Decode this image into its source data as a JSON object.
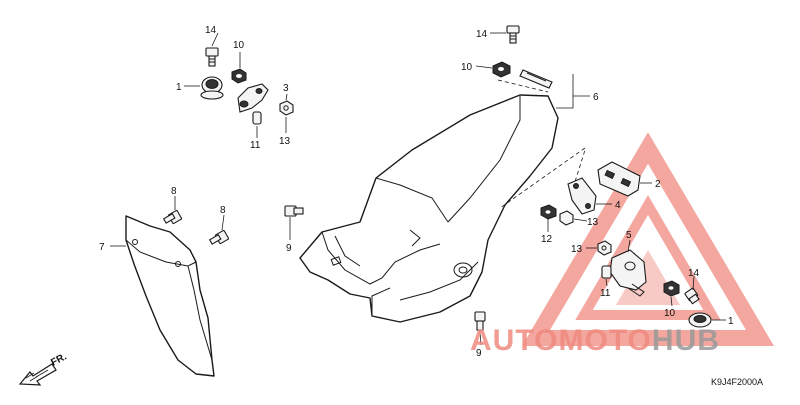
{
  "callouts": [
    {
      "id": "c14a",
      "text": "14"
    },
    {
      "id": "c10a",
      "text": "10"
    },
    {
      "id": "c1a",
      "text": "1"
    },
    {
      "id": "c3",
      "text": "3"
    },
    {
      "id": "c11a",
      "text": "11"
    },
    {
      "id": "c13a",
      "text": "13"
    },
    {
      "id": "c14b",
      "text": "14"
    },
    {
      "id": "c10b",
      "text": "10"
    },
    {
      "id": "c6",
      "text": "6"
    },
    {
      "id": "c8a",
      "text": "8"
    },
    {
      "id": "c8b",
      "text": "8"
    },
    {
      "id": "c7",
      "text": "7"
    },
    {
      "id": "c9a",
      "text": "9"
    },
    {
      "id": "c2",
      "text": "2"
    },
    {
      "id": "c13b",
      "text": "13"
    },
    {
      "id": "c4",
      "text": "4"
    },
    {
      "id": "c12",
      "text": "12"
    },
    {
      "id": "c5",
      "text": "5"
    },
    {
      "id": "c13c",
      "text": "13"
    },
    {
      "id": "c11b",
      "text": "11"
    },
    {
      "id": "c14c",
      "text": "14"
    },
    {
      "id": "c10c",
      "text": "10"
    },
    {
      "id": "c1b",
      "text": "1"
    },
    {
      "id": "c9b",
      "text": "9"
    }
  ],
  "front_arrow_label": "FR.",
  "diagram_code": "K9J4F2000A",
  "watermark": {
    "brand_part1": "AUTOMOTO",
    "brand_part2": "HUB",
    "color_primary": "#f08a80",
    "color_secondary": "#e8b87a",
    "color_dark": "#9a9a9a"
  }
}
